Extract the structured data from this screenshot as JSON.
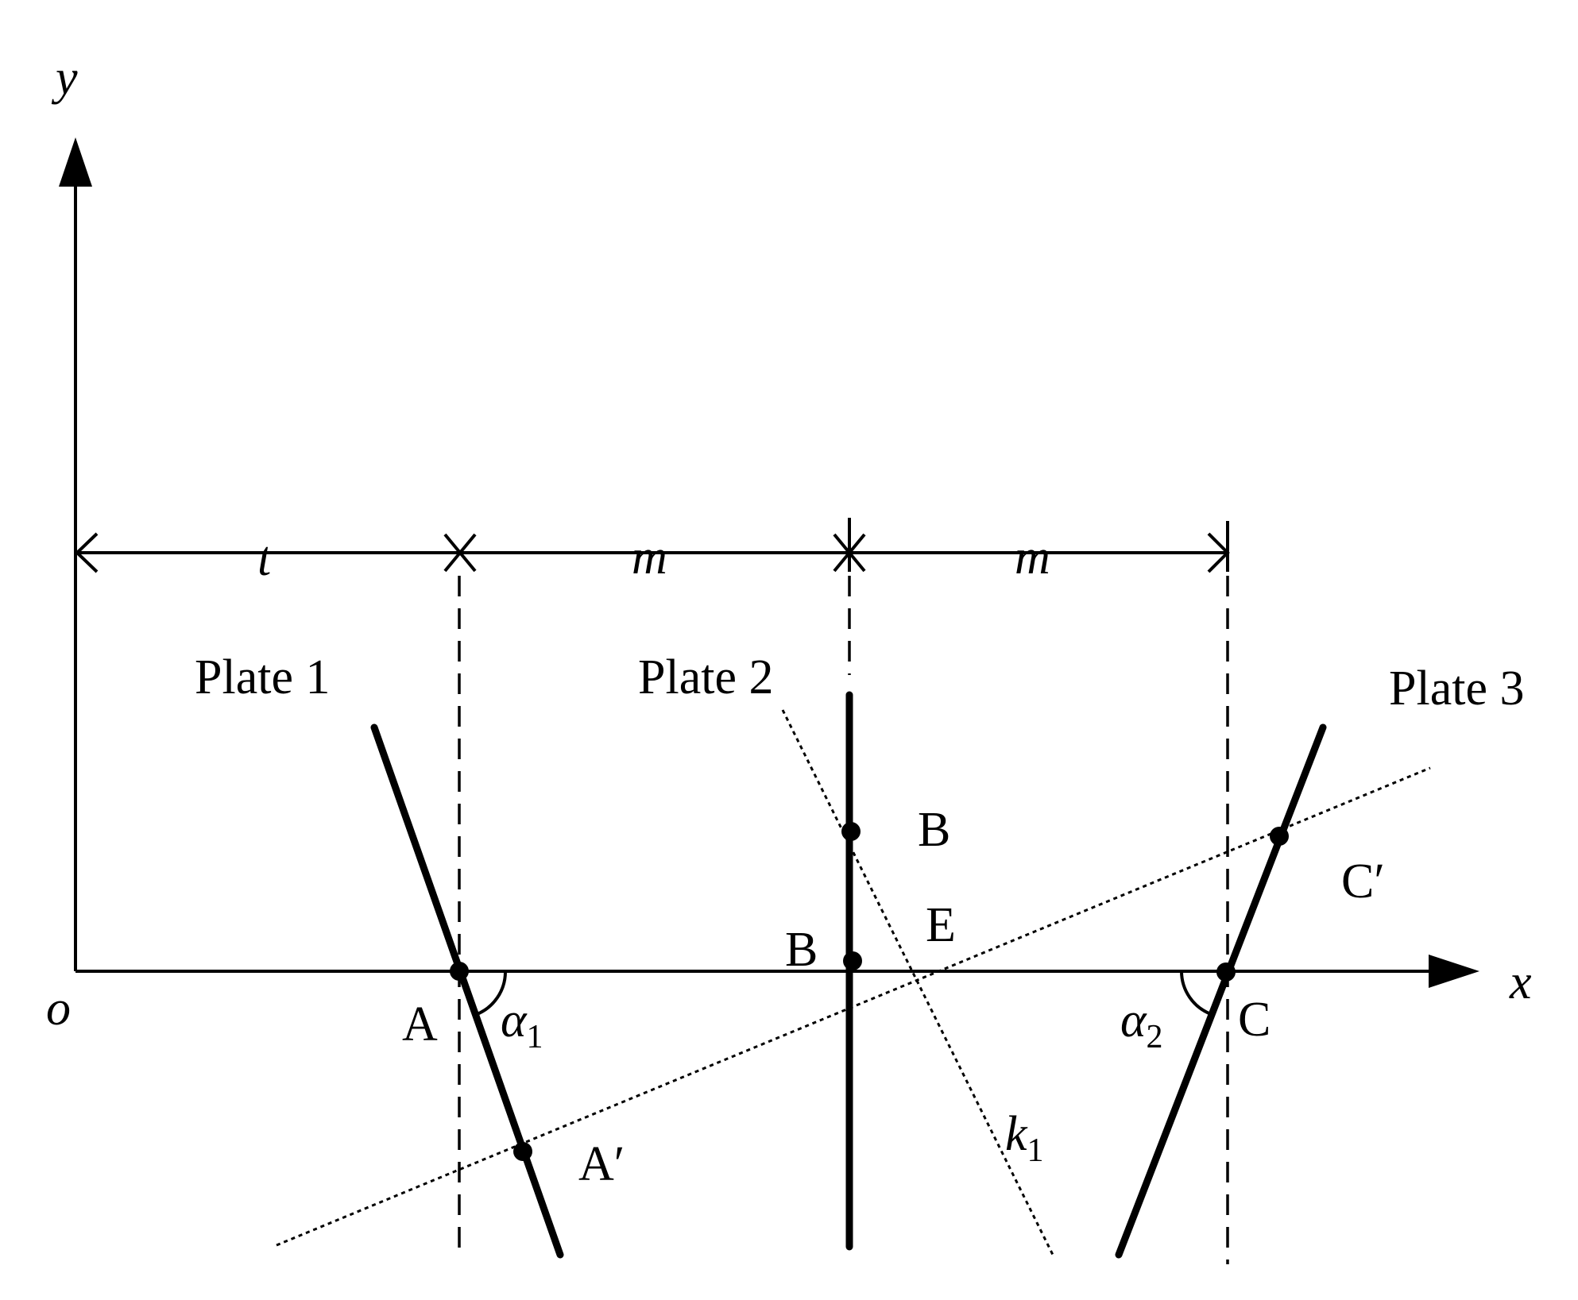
{
  "axes": {
    "x_label": "x",
    "y_label": "y",
    "origin_label": "o"
  },
  "dimensions": {
    "t": "t",
    "m1": "m",
    "m2": "m"
  },
  "plates": {
    "plate1": "Plate 1",
    "plate2": "Plate 2",
    "plate3": "Plate 3"
  },
  "points": {
    "A": "A",
    "A_prime": "A′",
    "B_upper": "B",
    "B_lower": "B",
    "C": "C",
    "C_prime": "C′",
    "E": "E"
  },
  "angles": {
    "alpha1": {
      "symbol": "α",
      "subscript": "1"
    },
    "alpha2": {
      "symbol": "α",
      "subscript": "2"
    }
  },
  "line_labels": {
    "k1": {
      "symbol": "k",
      "subscript": "1"
    }
  }
}
